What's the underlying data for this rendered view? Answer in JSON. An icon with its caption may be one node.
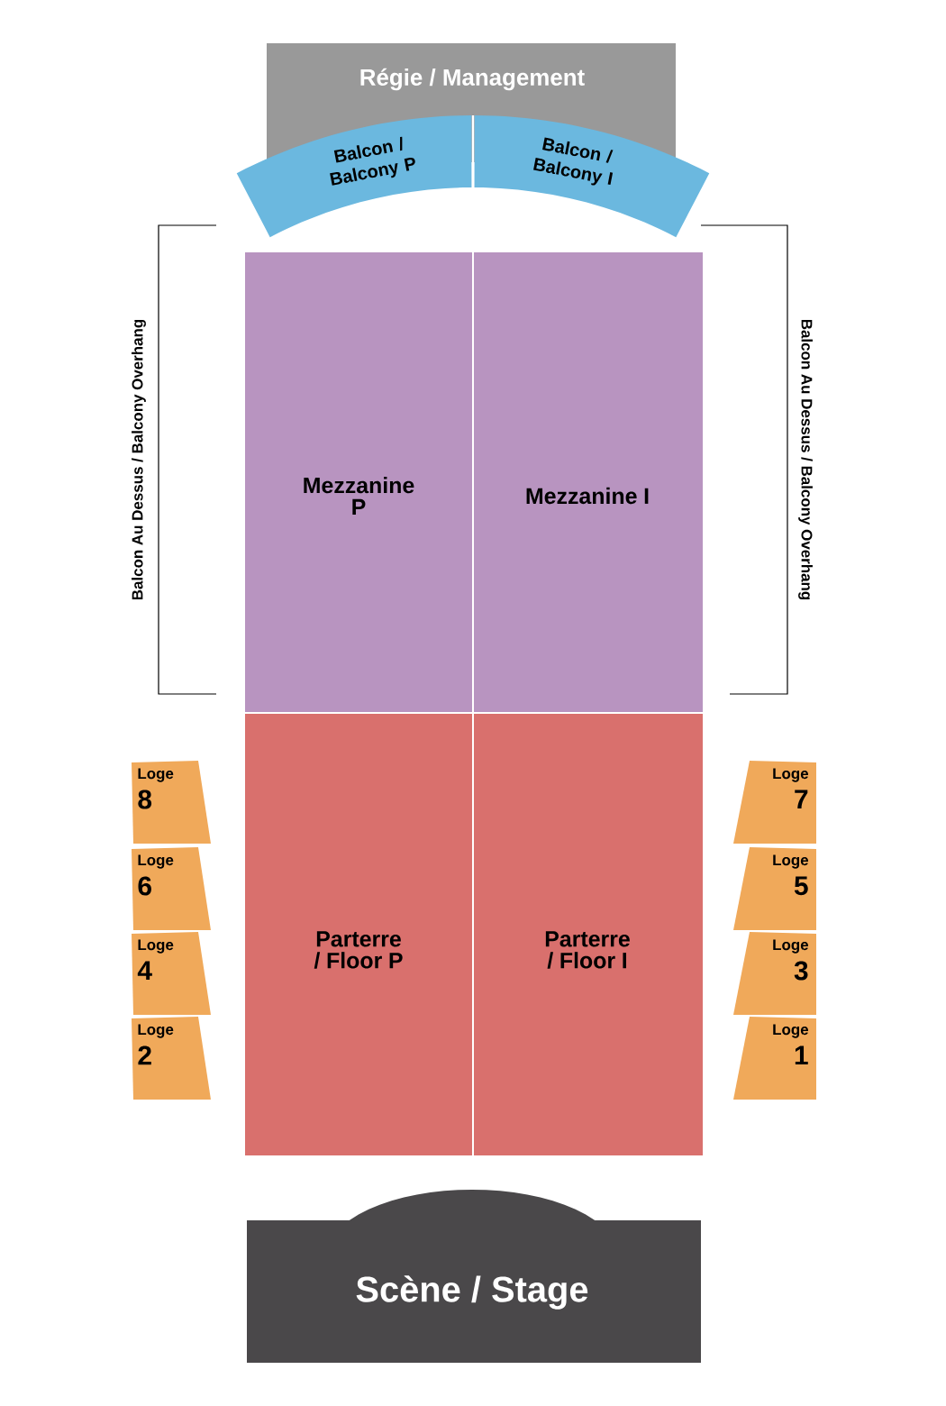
{
  "diagram": {
    "nodes": [
      {
        "text": [
          "Régie / Management"
        ]
      },
      {
        "text": [
          "Balcon / Balcony P"
        ]
      },
      {
        "text": [
          "Balcon / Balcony I"
        ]
      },
      {
        "text": [
          "Mezzanine P"
        ]
      },
      {
        "text": [
          "Mezzanine I"
        ]
      },
      {
        "text": [
          "Parterre / Floor P"
        ]
      },
      {
        "text": [
          "Parterre / Floor I"
        ]
      },
      {
        "text": [
          "Loge",
          "8"
        ]
      },
      {
        "text": [
          "Loge",
          "7"
        ]
      },
      {
        "text": [
          "Loge",
          "6"
        ]
      },
      {
        "text": [
          "Loge",
          "5"
        ]
      },
      {
        "text": [
          "Loge",
          "4"
        ]
      },
      {
        "text": [
          "Loge",
          "3"
        ]
      },
      {
        "text": [
          "Loge",
          "2"
        ]
      },
      {
        "text": [
          "Loge",
          "1"
        ]
      },
      {
        "text": [
          "Scène / Stage"
        ]
      }
    ],
    "labels": [
      "Balcon Au Dessus / Balcony Overhang",
      "Balcon Au Dessus / Balcony Overhang"
    ]
  }
}
